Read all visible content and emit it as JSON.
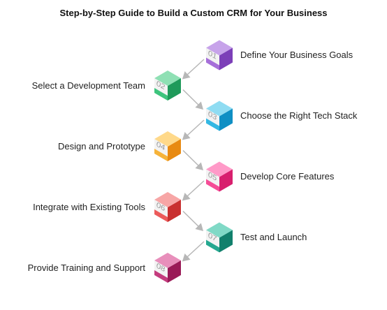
{
  "title": "Step-by-Step Guide to Build a Custom CRM for Your Business",
  "steps": [
    {
      "number": "01",
      "label": "Define Your Business Goals",
      "side": "right",
      "top": "#c7a3ea",
      "left": "#a66fd9",
      "right": "#7c3fb8"
    },
    {
      "number": "02",
      "label": "Select a Development Team",
      "side": "left",
      "top": "#8fe0b4",
      "left": "#3ec47d",
      "right": "#1f9a5a"
    },
    {
      "number": "03",
      "label": "Choose the Right Tech Stack",
      "side": "right",
      "top": "#8fdcf2",
      "left": "#34b8e3",
      "right": "#0f8fc4"
    },
    {
      "number": "04",
      "label": "Design and Prototype",
      "side": "left",
      "top": "#ffd98a",
      "left": "#f6b33a",
      "right": "#e88a12"
    },
    {
      "number": "05",
      "label": "Develop Core Features",
      "side": "right",
      "top": "#ff9ac8",
      "left": "#f54d97",
      "right": "#d81f6e"
    },
    {
      "number": "06",
      "label": "Integrate with Existing Tools",
      "side": "left",
      "top": "#f7a6a6",
      "left": "#ec5b5b",
      "right": "#c93030"
    },
    {
      "number": "07",
      "label": "Test and Launch",
      "side": "right",
      "top": "#80d9c6",
      "left": "#25a890",
      "right": "#11806c"
    },
    {
      "number": "08",
      "label": "Provide Training and Support",
      "side": "left",
      "top": "#e88fbb",
      "left": "#c43c7e",
      "right": "#9a1a57"
    }
  ]
}
